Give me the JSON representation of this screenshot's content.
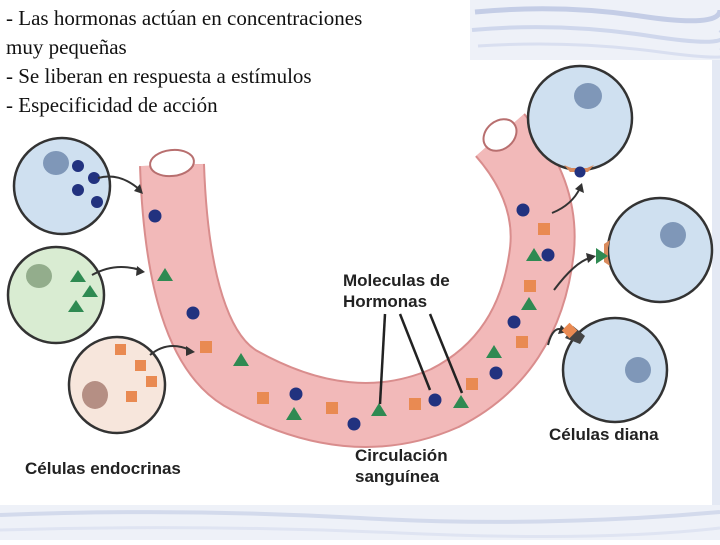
{
  "bullets": [
    "- Las hormonas actúan en concentraciones",
    "muy pequeñas",
    "- Se liberan en respuesta a estímulos",
    "- Especificidad de acción"
  ],
  "labels": {
    "molecules_line1": "Moleculas de",
    "molecules_line2": "Hormonas",
    "circulation_line1": "Circulación",
    "circulation_line2": "sanguínea",
    "target_cells": "Células diana",
    "endocrine_cells": "Células endocrinas"
  },
  "colors": {
    "vessel": "#f2b9b9",
    "vessel_outline": "#d98d8d",
    "cell_blue": "#cfe0f0",
    "cell_green": "#d9ecd2",
    "cell_peach": "#f7e6dc",
    "hormone_circle": "#22327f",
    "hormone_triangle": "#2f8a52",
    "hormone_square": "#e98a52"
  },
  "icons": {
    "circle_hormone": "circle-hormone-icon",
    "triangle_hormone": "triangle-hormone-icon",
    "square_hormone": "square-hormone-icon",
    "receptor": "receptor-icon"
  }
}
